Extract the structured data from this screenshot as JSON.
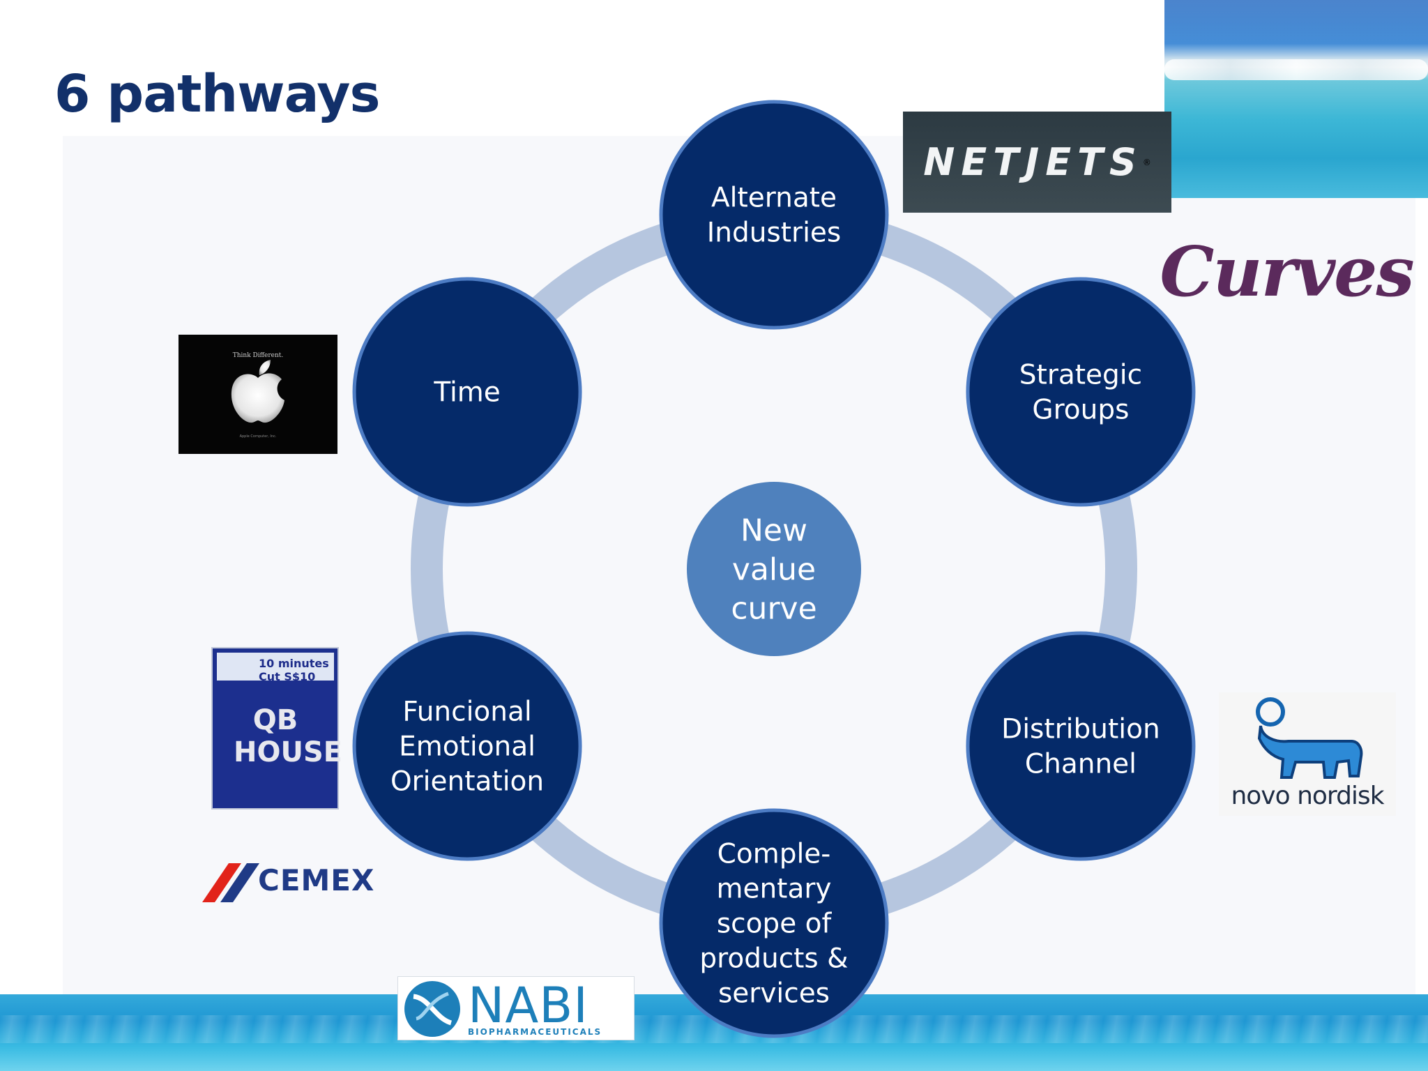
{
  "slide": {
    "title": "6 pathways"
  },
  "diagram": {
    "center": {
      "lines": [
        "New",
        "value",
        "curve"
      ],
      "color": "#4f81bd"
    },
    "ring_color": "#b6c6df",
    "node_color": "#052a69",
    "node_border_color": "#4d7cc4",
    "nodes": [
      {
        "id": "alternate-industries",
        "lines": [
          "Alternate",
          "Industries"
        ]
      },
      {
        "id": "strategic-groups",
        "lines": [
          "Strategic",
          "Groups"
        ]
      },
      {
        "id": "distribution-channel",
        "lines": [
          "Distribution",
          "Channel"
        ]
      },
      {
        "id": "complementary-scope",
        "lines": [
          "Comple-",
          "mentary",
          "scope of",
          "products &",
          "services"
        ]
      },
      {
        "id": "funcional-emotional",
        "lines": [
          "Funcional",
          "Emotional",
          "Orientation"
        ]
      },
      {
        "id": "time",
        "lines": [
          "Time"
        ]
      }
    ]
  },
  "logos": {
    "netjets": "NETJETS",
    "curves": "Curves",
    "apple_tagline": "Think Different.",
    "apple_fine": "Apple Computer, Inc.",
    "qb_sign": "10 minutes Cut S$10",
    "qb_body": "QB HOUSE",
    "cemex": "CEMEX",
    "nabi_name": "NABI",
    "nabi_sub": "BIOPHARMACEUTICALS",
    "novo": "novo nordisk"
  }
}
